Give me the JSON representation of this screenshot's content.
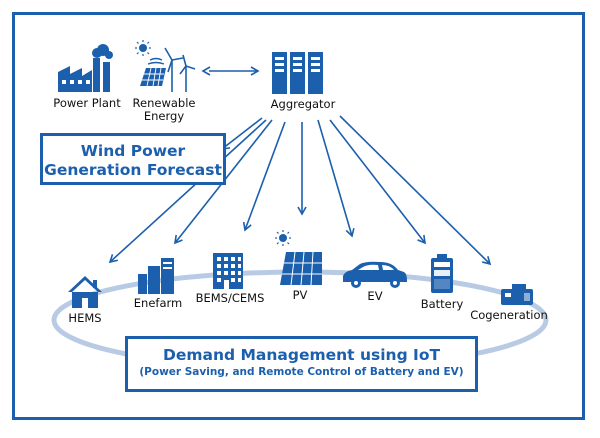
{
  "nodes": {
    "power_plant": "Power Plant",
    "renewable_line1": "Renewable",
    "renewable_line2": "Energy",
    "aggregator": "Aggregator",
    "hems": "HEMS",
    "enefarm": "Enefarm",
    "bems": "BEMS/CEMS",
    "pv": "PV",
    "ev": "EV",
    "battery": "Battery",
    "cogeneration": "Cogeneration"
  },
  "forecast": {
    "line1": "Wind Power",
    "line2": "Generation Forecast"
  },
  "demand": {
    "title": "Demand Management using IoT",
    "subtitle": "(Power Saving, and Remote Control of Battery and EV)"
  },
  "colors": {
    "primary": "#1b5fad",
    "ellipse": "#b9cbe4"
  }
}
